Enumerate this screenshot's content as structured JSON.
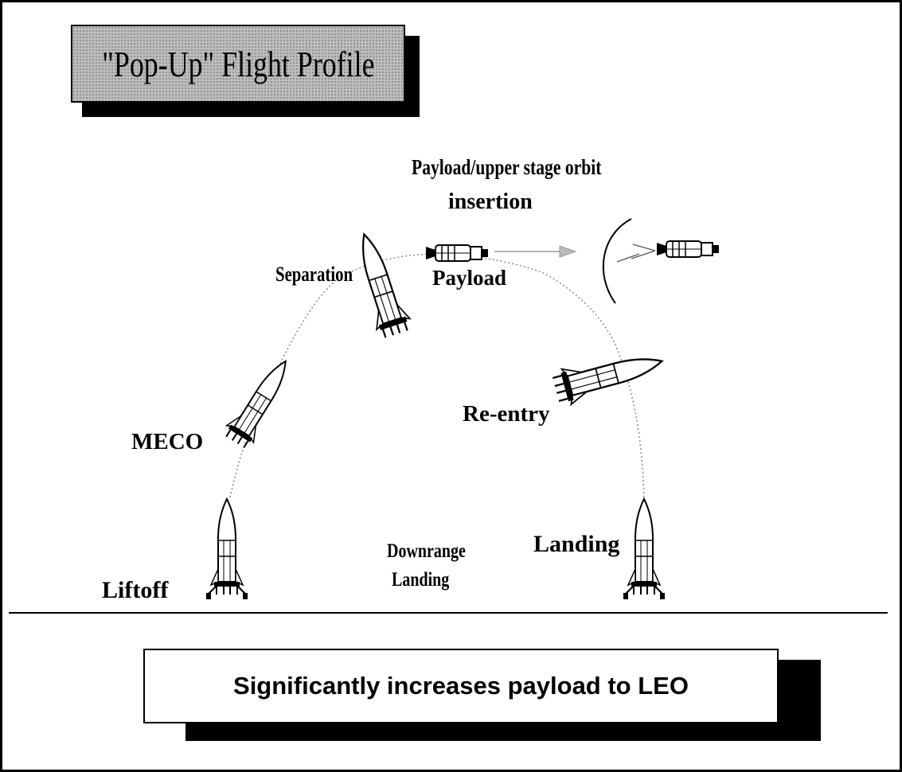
{
  "title": "\"Pop-Up\" Flight Profile",
  "labels": {
    "payload_orbit_line1": "Payload/upper stage orbit",
    "payload_orbit_line2": "insertion",
    "separation": "Separation",
    "payload": "Payload",
    "meco": "MECO",
    "reentry": "Re-entry",
    "downrange_line1": "Downrange",
    "downrange_line2": "Landing",
    "landing": "Landing",
    "liftoff": "Liftoff"
  },
  "summary": "Significantly increases payload to LEO"
}
